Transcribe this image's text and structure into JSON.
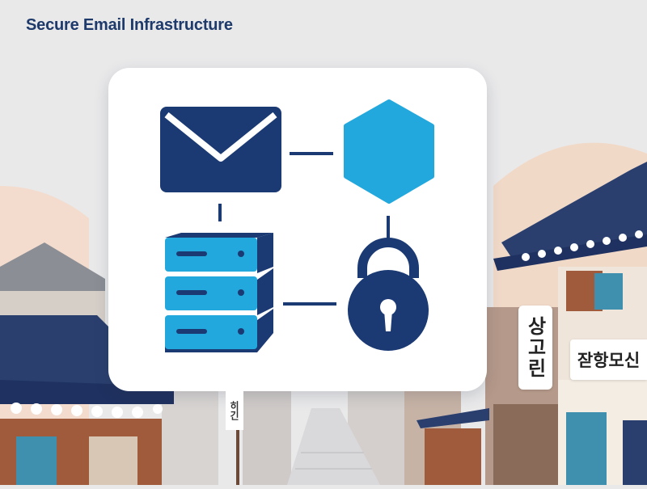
{
  "title": "Secure Email Infrastructure",
  "icons": {
    "email": "envelope-icon",
    "node": "hexagon-icon",
    "server": "server-stack-icon",
    "lock": "padlock-icon"
  },
  "signs": {
    "left_vertical": "상고린",
    "right_horizontal": "잗항모신",
    "small_vertical": "히긴"
  },
  "colors": {
    "navy": "#1b3a73",
    "cyan": "#22a8dc",
    "title": "#1d3a6b",
    "background": "#e9e9ea"
  }
}
